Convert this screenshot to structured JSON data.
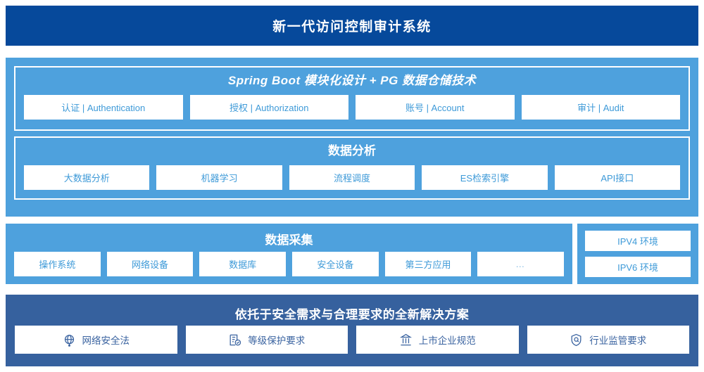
{
  "header": {
    "title": "新一代访问控制审计系统"
  },
  "sections": {
    "spring": {
      "title": "Spring Boot 模块化设计 + PG 数据仓储技术",
      "chips": [
        "认证 | Authentication",
        "授权 | Authorization",
        "账号 | Account",
        "审计 | Audit"
      ]
    },
    "analytics": {
      "title": "数据分析",
      "chips": [
        "大数据分析",
        "机器学习",
        "流程调度",
        "ES检索引擎",
        "API接口"
      ]
    },
    "collection": {
      "title": "数据采集",
      "chips": [
        "操作系统",
        "网络设备",
        "数据库",
        "安全设备",
        "第三方应用",
        "…"
      ]
    },
    "environment": {
      "chips": [
        "IPV4 环境",
        "IPV6 环境"
      ]
    },
    "compliance": {
      "title": "依托于安全需求与合理要求的全新解决方案",
      "chips": [
        {
          "label": "网络安全法",
          "icon": "globe-icon"
        },
        {
          "label": "等级保护要求",
          "icon": "document-check-icon"
        },
        {
          "label": "上市企业规范",
          "icon": "bank-icon"
        },
        {
          "label": "行业监管要求",
          "icon": "shield-search-icon"
        }
      ]
    }
  },
  "colors": {
    "header_bg": "#06499b",
    "band_light": "#4ea1dd",
    "band_bottom": "#36619e",
    "chip_text": "#3e9ad8",
    "bottom_chip_text": "#3a63a0",
    "chip_bg": "#ffffff"
  }
}
